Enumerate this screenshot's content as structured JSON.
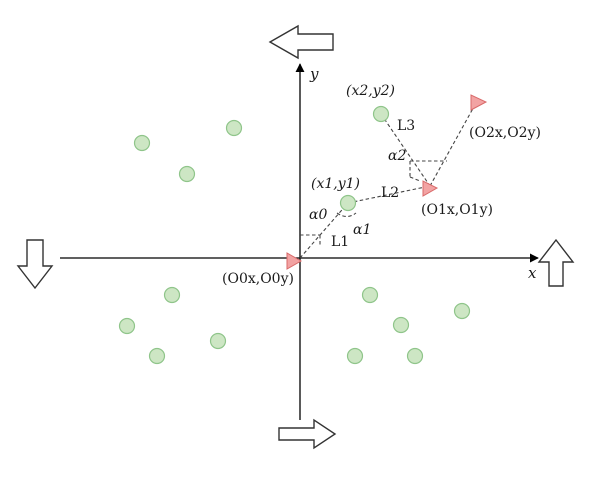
{
  "axes": {
    "x_label": "x",
    "y_label": "y"
  },
  "colors": {
    "point_fill": "#cde6c4",
    "point_stroke": "#8fc58a",
    "triangle_fill": "#f2a3a3",
    "triangle_stroke": "#d96a6a"
  },
  "nodes": {
    "origin_label": "(O0x,O0y)",
    "o1_label": "(O1x,O1y)",
    "o2_label": "(O2x,O2y)"
  },
  "targets": {
    "p1_label": "(x1,y1)",
    "p2_label": "(x2,y2)"
  },
  "annotations": {
    "alpha0": "α0",
    "alpha1": "α1",
    "alpha2": "α2",
    "L1": "L1",
    "L2": "L2",
    "L3": "L3"
  },
  "direction_arrows": [
    "left",
    "down",
    "up",
    "right"
  ]
}
